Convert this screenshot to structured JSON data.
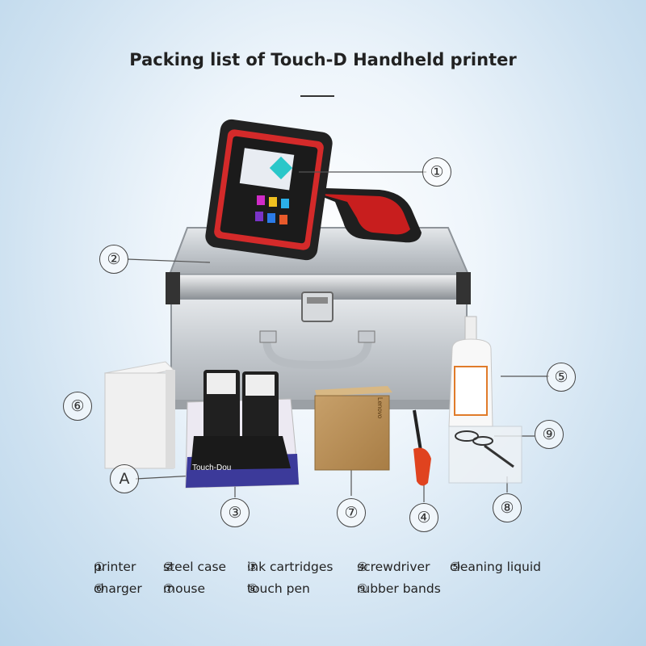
{
  "title": "Packing list of Touch-D Handheld printer",
  "callouts": {
    "c1": "①",
    "c2": "②",
    "c3": "③",
    "c4": "④",
    "c5": "⑤",
    "c6": "⑥",
    "c7": "⑦",
    "c8": "⑧",
    "c9": "⑨",
    "cA": "A"
  },
  "legend": [
    {
      "num": "①",
      "label": "printer"
    },
    {
      "num": "②",
      "label": "steel case"
    },
    {
      "num": "③",
      "label": "ink cartridges"
    },
    {
      "num": "④",
      "label": "screwdriver"
    },
    {
      "num": "⑤",
      "label": "cleaning liquid"
    },
    {
      "num": "⑥",
      "label": "charger"
    },
    {
      "num": "⑦",
      "label": "mouse"
    },
    {
      "num": "⑧",
      "label": "touch pen"
    },
    {
      "num": "⑨",
      "label": "rubber bands"
    }
  ],
  "manual_text": "Touch-Dou",
  "box_text": "Lenovo",
  "colors": {
    "accent": "#d42a2a",
    "case": "#c9ced3",
    "screen": "#1b1b1b"
  }
}
